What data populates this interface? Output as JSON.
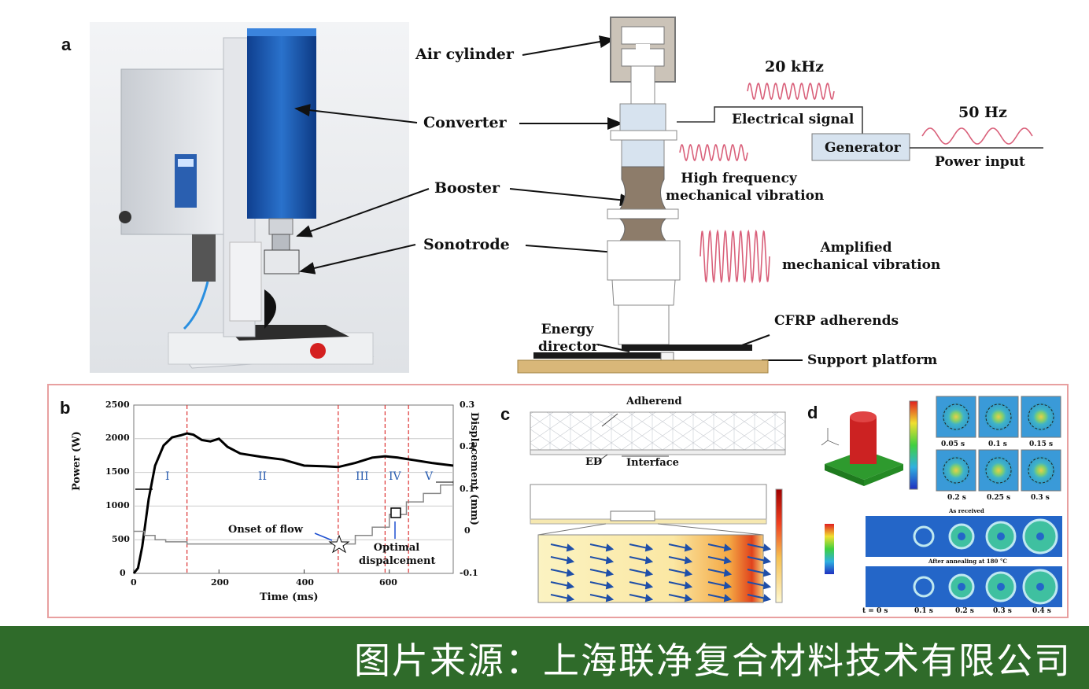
{
  "panel_a": {
    "letter": "a",
    "labels": {
      "air_cylinder": "Air cylinder",
      "converter": "Converter",
      "booster": "Booster",
      "sonotrode": "Sonotrode",
      "freq_20": "20 kHz",
      "electrical_signal": "Electrical signal",
      "generator": "Generator",
      "freq_50": "50 Hz",
      "power_input": "Power input",
      "hf_vibration_1": "High frequency",
      "hf_vibration_2": "mechanical vibration",
      "amp_vibration_1": "Amplified",
      "amp_vibration_2": "mechanical vibration",
      "energy_1": "Energy",
      "energy_2": "director",
      "cfrp": "CFRP adherends",
      "support": "Support platform"
    }
  },
  "panel_b": {
    "letter": "b",
    "y_left_label": "Power (W)",
    "y_right_label": "Displacement (mm)",
    "x_label": "Time (ms)",
    "y_left_ticks": [
      "2500",
      "2000",
      "1500",
      "1000",
      "500",
      "0"
    ],
    "y_right_ticks": [
      "0.3",
      "0.2",
      "0.1",
      "0",
      "-0.1"
    ],
    "x_ticks": [
      "0",
      "200",
      "400",
      "600"
    ],
    "stages": [
      "I",
      "II",
      "III",
      "IV",
      "V"
    ],
    "onset_label": "Onset of flow",
    "optimal_1": "Optimal",
    "optimal_2": "dispalcement"
  },
  "chart_data": {
    "type": "line",
    "xlabel": "Time (ms)",
    "ylabel": "Power (W)",
    "y2label": "Displacement (mm)",
    "xlim": [
      0,
      750
    ],
    "ylim": [
      0,
      2500
    ],
    "y2lim": [
      -0.1,
      0.3
    ],
    "stage_boundaries_ms": [
      125,
      480,
      590,
      645
    ],
    "series": [
      {
        "axis": "left",
        "x": [
          0,
          10,
          20,
          35,
          50,
          70,
          90,
          110,
          125,
          140,
          160,
          180,
          200,
          220,
          250,
          300,
          350,
          400,
          450,
          480,
          520,
          560,
          590,
          620,
          660,
          700,
          750
        ],
        "y": [
          0,
          80,
          400,
          1100,
          1600,
          1900,
          2020,
          2050,
          2080,
          2060,
          1980,
          1960,
          2000,
          1880,
          1780,
          1730,
          1690,
          1600,
          1590,
          1580,
          1640,
          1720,
          1740,
          1720,
          1680,
          1640,
          1600
        ]
      },
      {
        "axis": "right",
        "x": [
          0,
          25,
          50,
          75,
          125,
          200,
          300,
          400,
          480,
          520,
          560,
          600,
          640,
          680,
          720,
          750
        ],
        "y": [
          0.0,
          -0.01,
          -0.02,
          -0.025,
          -0.03,
          -0.03,
          -0.03,
          -0.03,
          -0.03,
          -0.01,
          0.01,
          0.04,
          0.07,
          0.09,
          0.11,
          0.12
        ]
      }
    ]
  },
  "panel_c": {
    "letter": "c",
    "adherend": "Adherend",
    "ed": "ED",
    "interface": "Interface"
  },
  "panel_d": {
    "letter": "d",
    "row1_times": [
      "0.05 s",
      "0.1 s",
      "0.15 s"
    ],
    "row2_times": [
      "0.2 s",
      "0.25 s",
      "0.3 s"
    ],
    "as_received": "As received",
    "after_annealing": "After annealing at 180 °C",
    "bottom_times": [
      "t = 0 s",
      "0.1 s",
      "0.2 s",
      "0.3 s",
      "0.4 s"
    ]
  },
  "footer": {
    "text": "图片来源：上海联净复合材料技术有限公司"
  },
  "colors": {
    "machine_blue": "#1f5fb5",
    "frame_pink": "#e8a0a0",
    "footer_green": "#2f6b2a",
    "wave_pink": "#d9607a",
    "stage_line_red": "#d33"
  }
}
